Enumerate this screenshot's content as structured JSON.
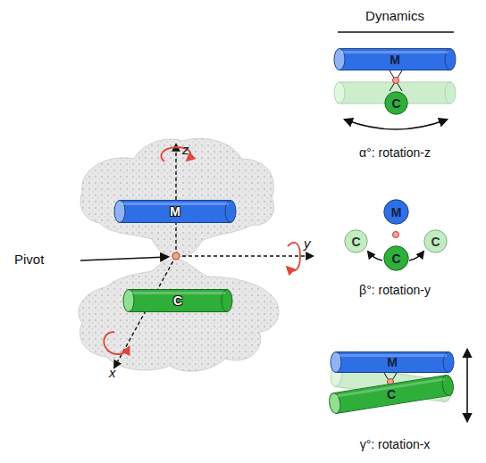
{
  "diagram": {
    "nodes": [
      {
        "text": [
          "M"
        ]
      },
      {
        "text": [
          "C"
        ]
      },
      {
        "text": [
          "M"
        ]
      },
      {
        "text": [
          "C"
        ]
      },
      {
        "text": [
          "M"
        ]
      },
      {
        "text": [
          "C"
        ]
      },
      {
        "text": [
          "C"
        ]
      },
      {
        "text": [
          "C"
        ]
      },
      {
        "text": [
          "M"
        ]
      },
      {
        "text": [
          "C"
        ]
      }
    ],
    "labels": [
      "Dynamics",
      "z",
      "y",
      "x",
      "Pivot",
      "α°: rotation-z",
      "β°: rotation-y",
      "γ°: rotation-x"
    ]
  }
}
